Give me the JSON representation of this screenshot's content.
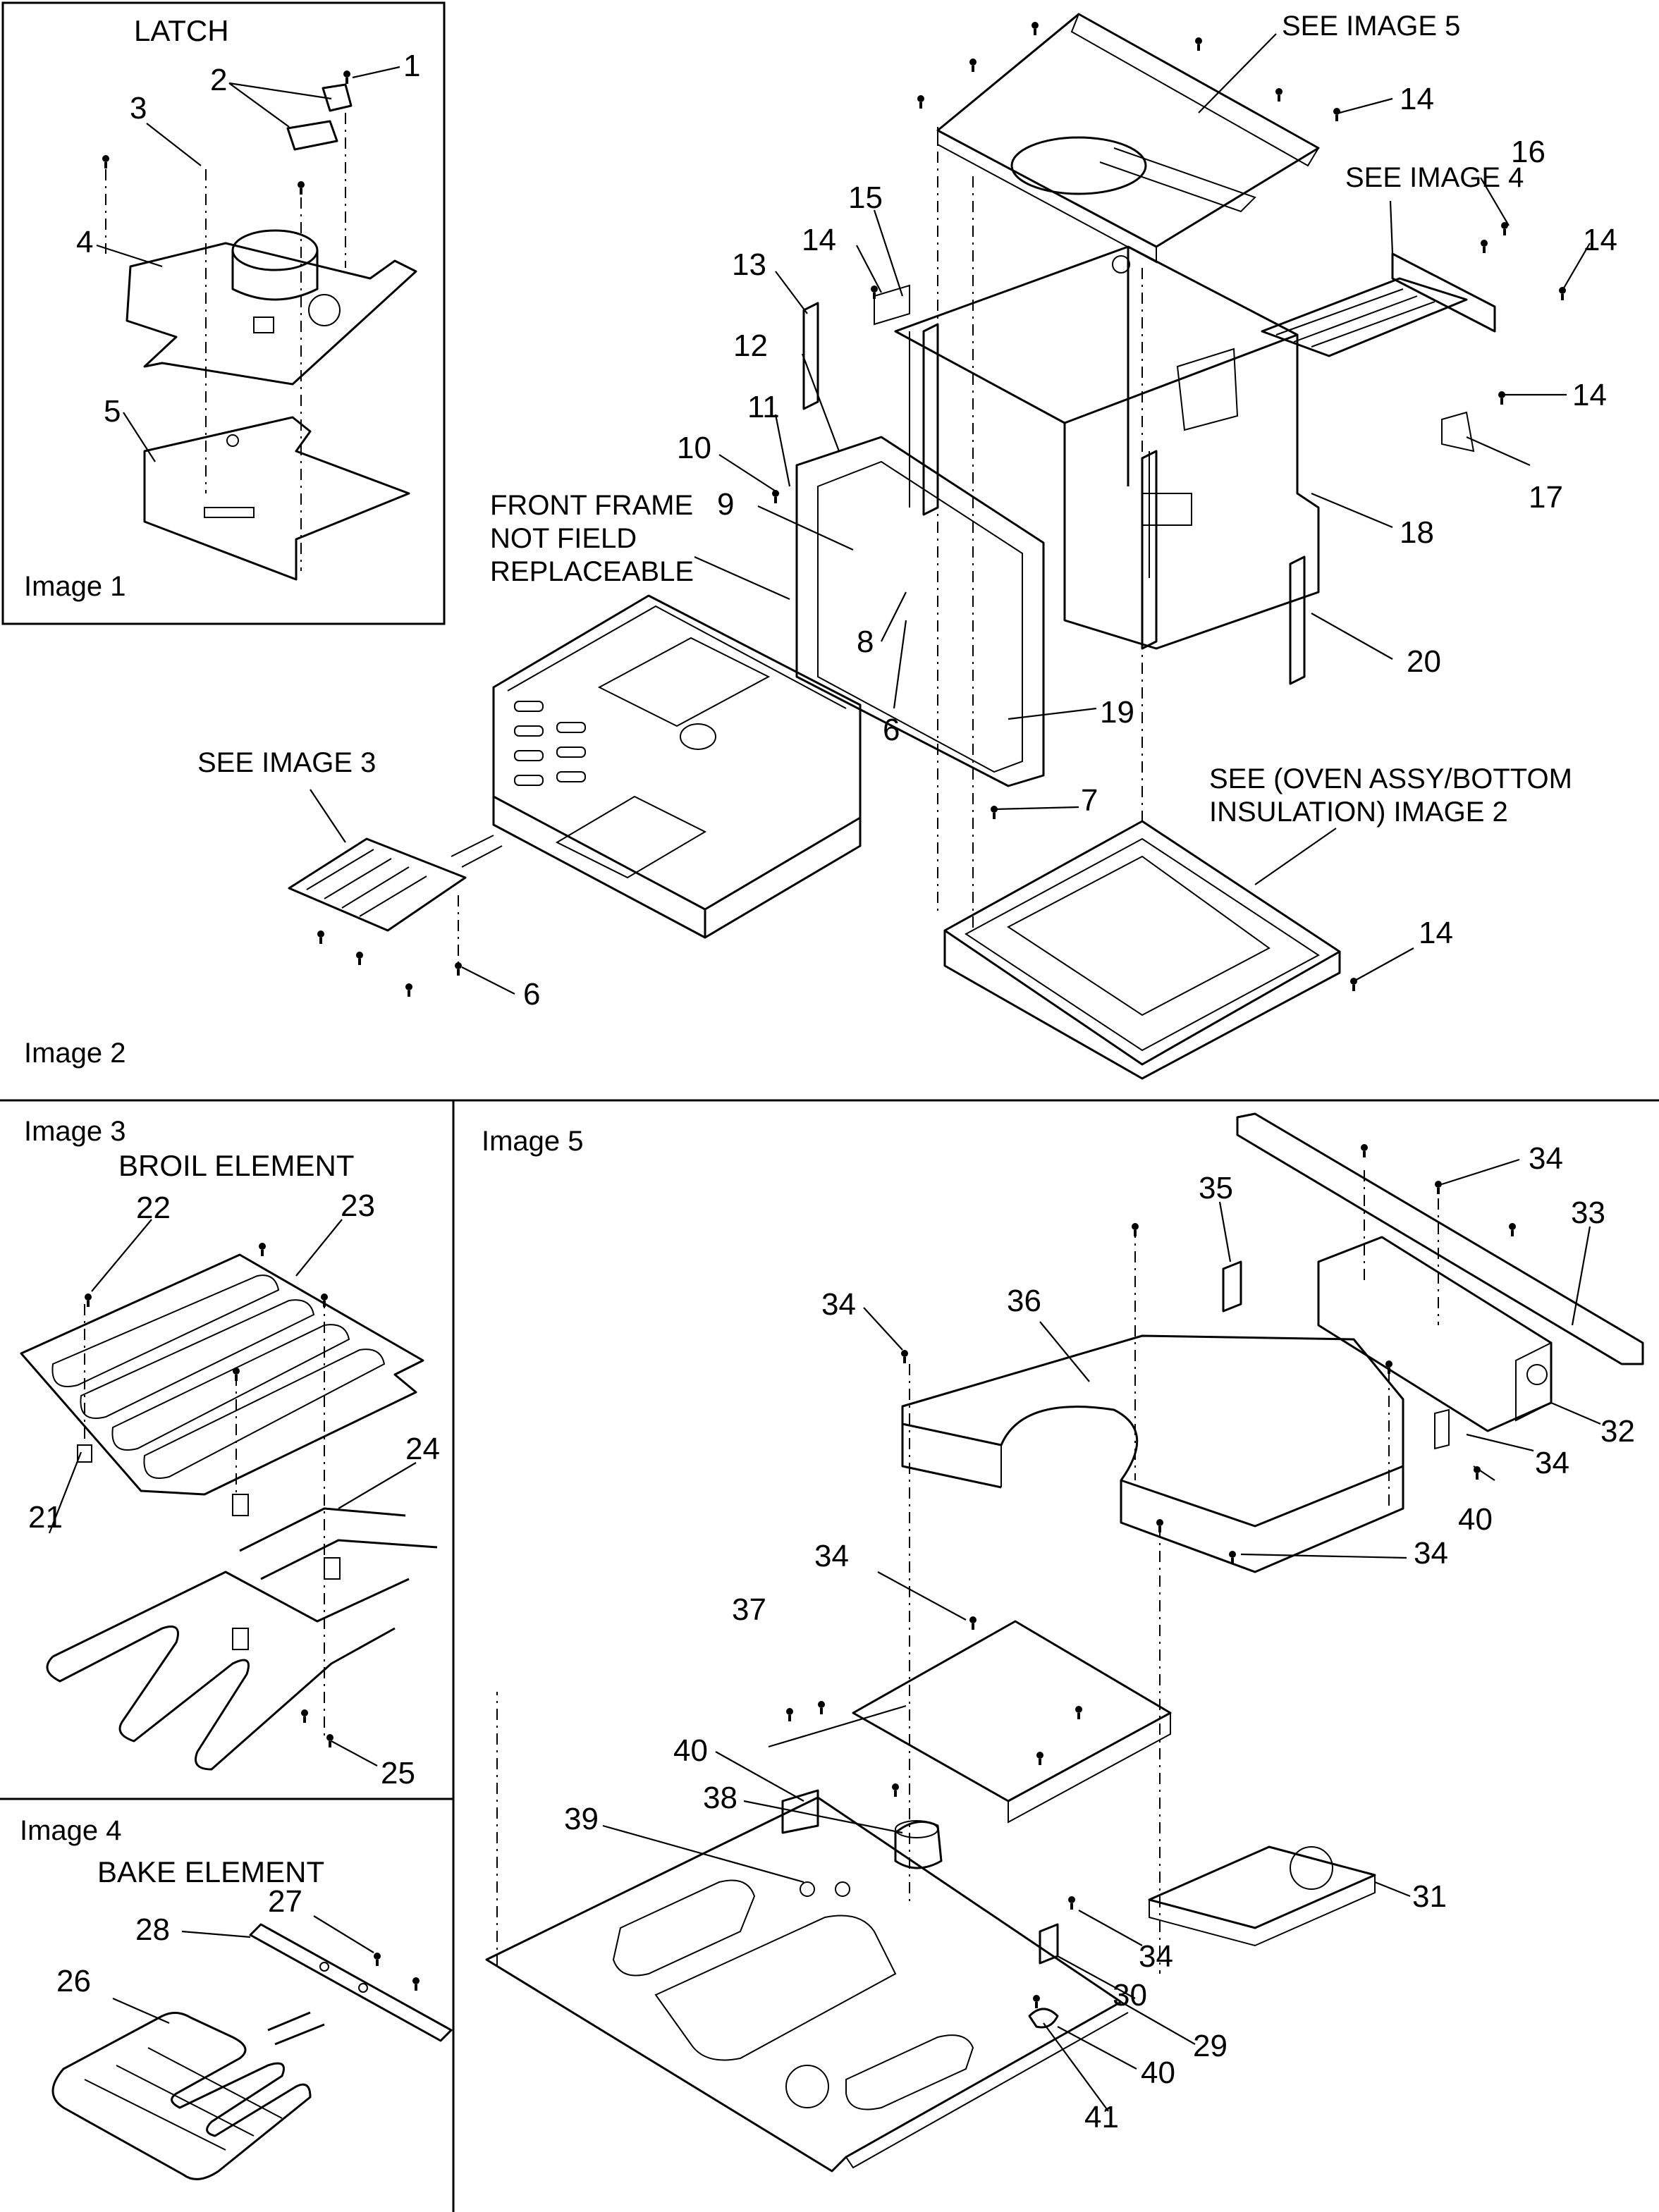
{
  "panels": {
    "image1": {
      "caption": "Image 1",
      "title": "LATCH"
    },
    "image2": {
      "caption": "Image 2"
    },
    "image3": {
      "caption": "Image 3",
      "title": "BROIL ELEMENT"
    },
    "image4": {
      "caption": "Image 4",
      "title": "BAKE ELEMENT"
    },
    "image5": {
      "caption": "Image 5"
    }
  },
  "notes": {
    "see_image_5": "SEE IMAGE 5",
    "see_image_4": "SEE IMAGE 4",
    "see_image_3": "SEE IMAGE 3",
    "front_frame_1": "FRONT FRAME",
    "front_frame_2": "NOT FIELD",
    "front_frame_3": "REPLACEABLE",
    "see_oven_1": "SEE (OVEN ASSY/BOTTOM",
    "see_oven_2": "INSULATION) IMAGE 2"
  },
  "callouts": {
    "image1": [
      "1",
      "2",
      "3",
      "4",
      "5"
    ],
    "image2": [
      "14",
      "15",
      "14",
      "13",
      "12",
      "11",
      "10",
      "9",
      "16",
      "14",
      "14",
      "17",
      "18",
      "8",
      "6",
      "20",
      "19",
      "7",
      "14",
      "6"
    ],
    "image3": [
      "22",
      "23",
      "24",
      "21",
      "25"
    ],
    "image4": [
      "27",
      "28",
      "26"
    ],
    "image5": [
      "35",
      "34",
      "33",
      "34",
      "36",
      "32",
      "34",
      "40",
      "34",
      "34",
      "37",
      "40",
      "38",
      "39",
      "31",
      "34",
      "30",
      "29",
      "40",
      "41"
    ]
  }
}
